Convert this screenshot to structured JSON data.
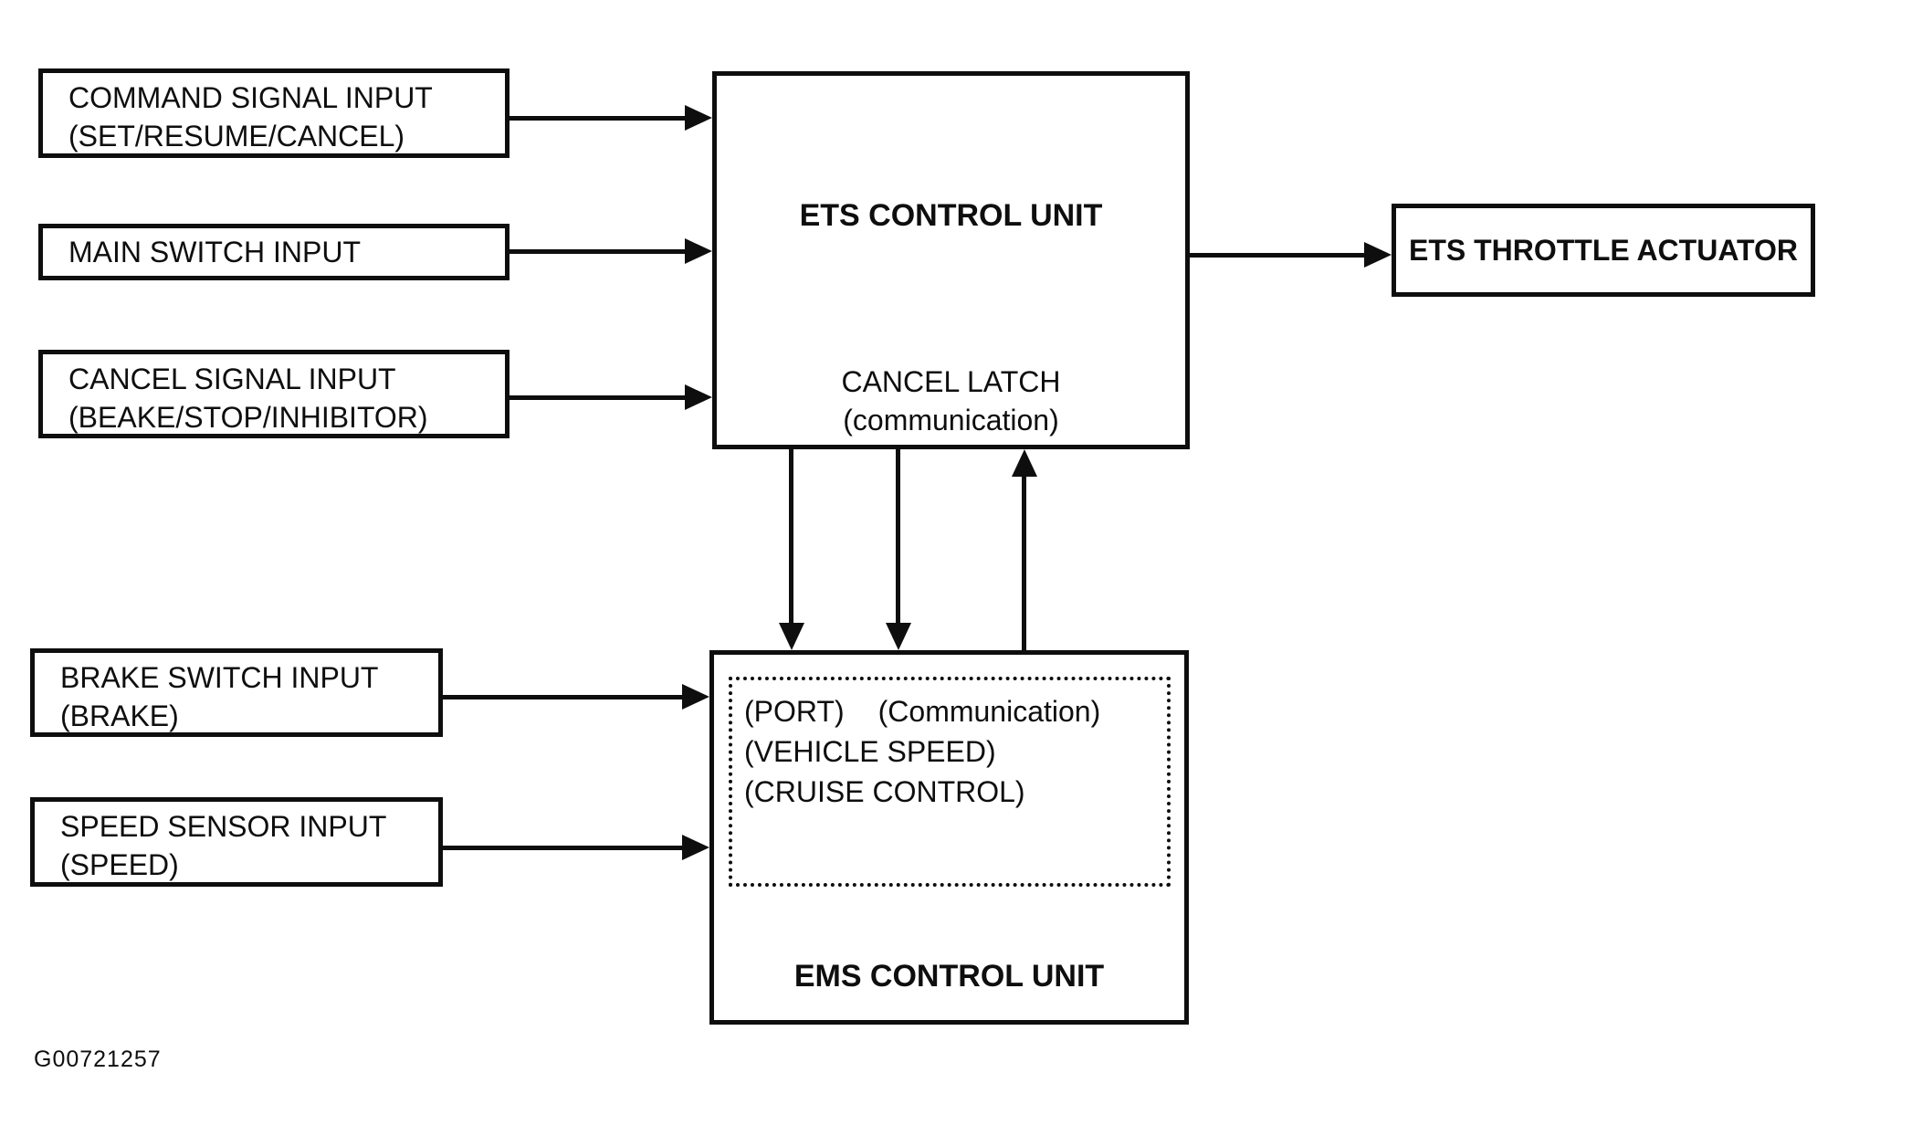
{
  "colors": {
    "ink": "#0e0e0e",
    "paper": "#ffffff"
  },
  "figure_code": "G00721257",
  "inputs": [
    {
      "line1": "COMMAND SIGNAL INPUT",
      "line2": "(SET/RESUME/CANCEL)"
    },
    {
      "line1": "MAIN SWITCH INPUT"
    },
    {
      "line1": "CANCEL SIGNAL INPUT",
      "line2": "(BEAKE/STOP/INHIBITOR)"
    },
    {
      "line1": "BRAKE SWITCH INPUT",
      "line2": "(BRAKE)"
    },
    {
      "line1": "SPEED SENSOR INPUT",
      "line2": "(SPEED)"
    }
  ],
  "ets_control_unit": {
    "title": "ETS CONTROL UNIT",
    "latch_line1": "CANCEL LATCH",
    "latch_line2": "(communication)"
  },
  "ets_throttle_actuator": {
    "title": "ETS THROTTLE ACTUATOR"
  },
  "ems_control_unit": {
    "title": "EMS CONTROL UNIT",
    "port": "(PORT)",
    "communication": "(Communication)",
    "vehicle_speed": "(VEHICLE SPEED)",
    "cruise_control": "(CRUISE CONTROL)"
  }
}
